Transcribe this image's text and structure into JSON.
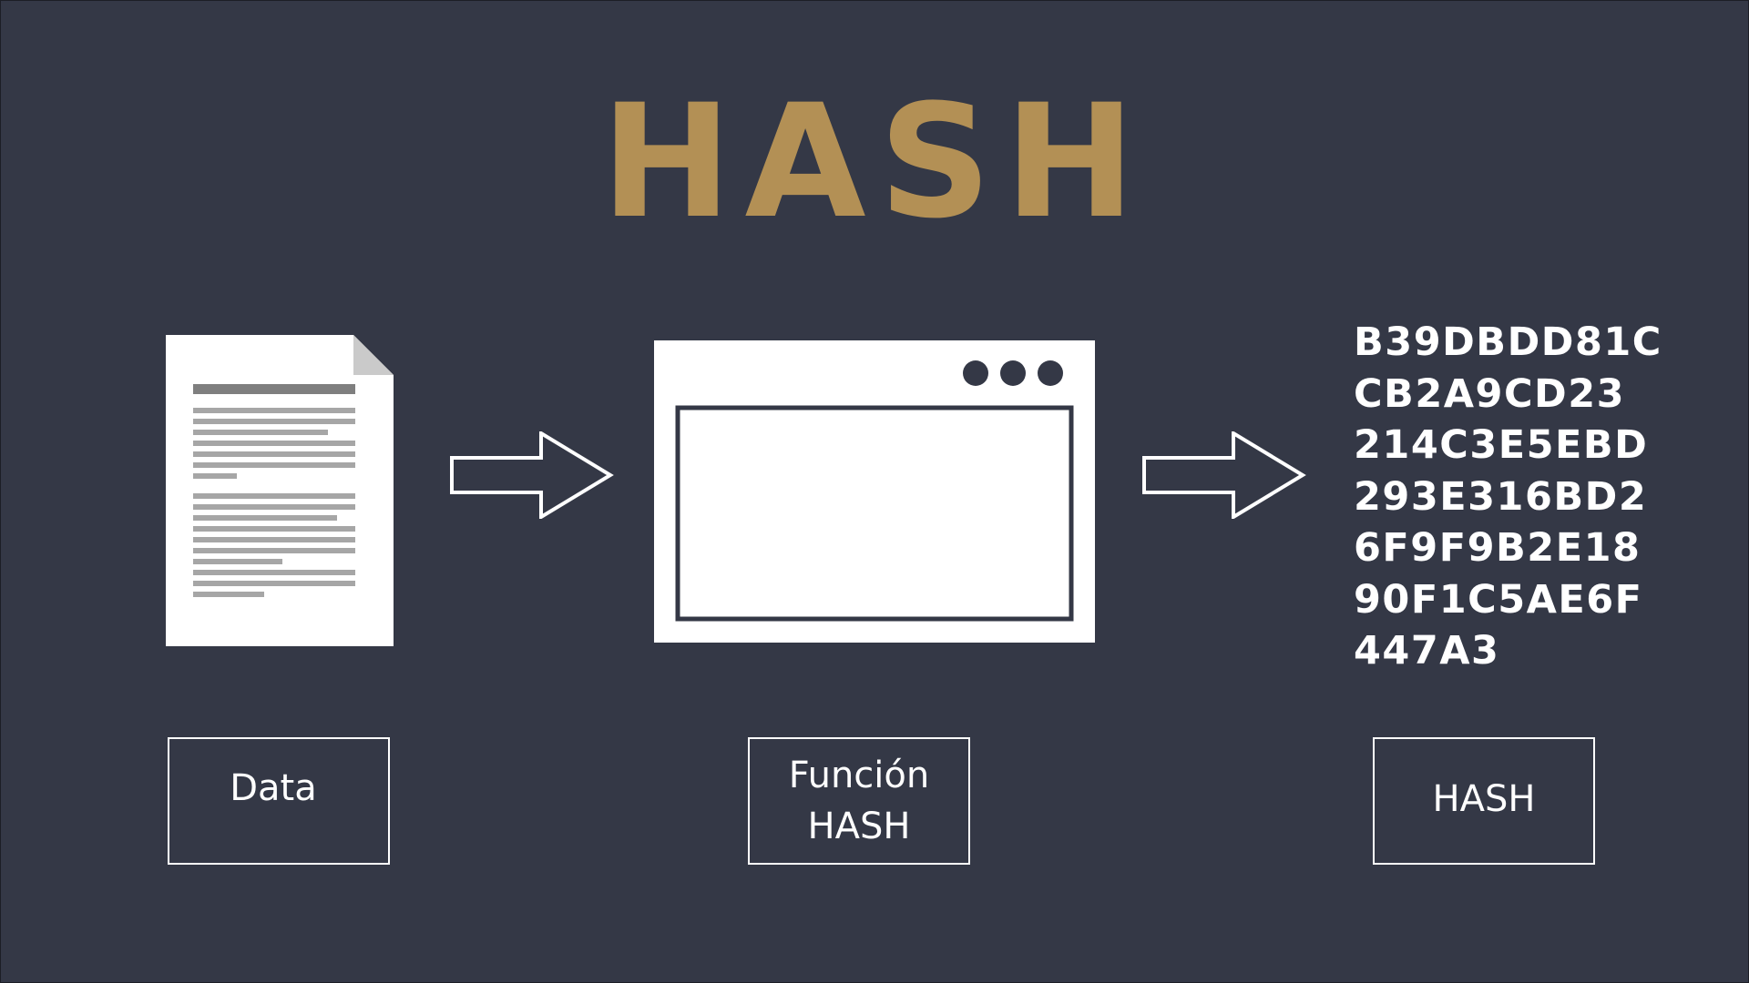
{
  "title": "HASH",
  "colors": {
    "background": "#343846",
    "title_gold": "#b39055",
    "white": "#ffffff",
    "doc_lines": "#a6a6a6",
    "doc_heading": "#7f7f7f"
  },
  "icons": {
    "document": "document-icon",
    "arrow": "right-arrow-icon",
    "window": "hash-window-icon",
    "hash_symbol": "#"
  },
  "hash_output": {
    "lines": [
      "B39DBDD81C",
      "CB2A9CD23",
      "214C3E5EBD",
      "293E316BD2",
      "6F9F9B2E18",
      "90F1C5AE6F",
      "447A3"
    ]
  },
  "labels": {
    "data": "Data",
    "function_line1": "Función",
    "function_line2": "HASH",
    "hash": "HASH"
  }
}
